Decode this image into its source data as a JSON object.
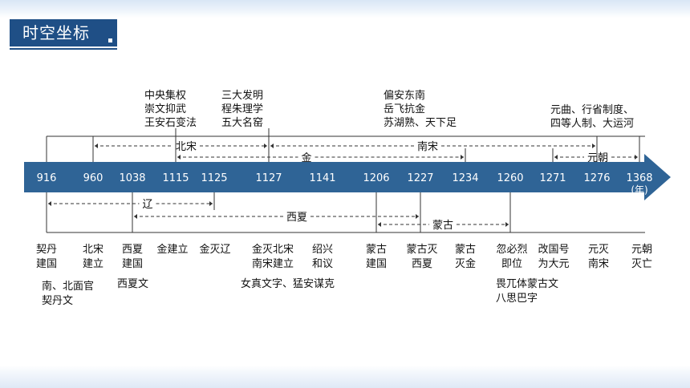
{
  "header": {
    "title": "时空坐标"
  },
  "years": [
    "916",
    "960",
    "1038",
    "1115",
    "1125",
    "1127",
    "1141",
    "1206",
    "1227",
    "1234",
    "1260",
    "1271",
    "1276",
    "1368"
  ],
  "year_unit": "(年)",
  "dynasties_top": [
    {
      "name": "北宋",
      "start": "960",
      "end": "1127"
    },
    {
      "name": "南宋",
      "start": "1127",
      "end": "1276"
    },
    {
      "name": "金",
      "start": "1115",
      "end": "1234"
    },
    {
      "name": "元朝",
      "start": "1271",
      "end": "1368"
    }
  ],
  "dynasties_bottom": [
    {
      "name": "辽",
      "start": "916",
      "end": "1125"
    },
    {
      "name": "西夏",
      "start": "1038",
      "end": "1227"
    },
    {
      "name": "蒙古",
      "start": "1206",
      "end": "1260"
    }
  ],
  "top_notes": [
    {
      "lines": [
        "中央集权",
        "崇文抑武",
        "王安石变法"
      ]
    },
    {
      "lines": [
        "三大发明",
        "程朱理学",
        "五大名窑"
      ]
    },
    {
      "lines": [
        "偏安东南",
        "岳飞抗金",
        "苏湖熟、天下足"
      ]
    },
    {
      "lines": [
        "元曲、行省制度、",
        "四等人制、大运河"
      ]
    }
  ],
  "events": [
    {
      "lines": [
        "契丹",
        "建国"
      ]
    },
    {
      "lines": [
        "北宋",
        "建立"
      ]
    },
    {
      "lines": [
        "西夏",
        "建国"
      ]
    },
    {
      "lines": [
        "金建立"
      ]
    },
    {
      "lines": [
        "金灭辽"
      ]
    },
    {
      "lines": [
        "金灭北宋",
        "南宋建立"
      ]
    },
    {
      "lines": [
        "绍兴",
        "和议"
      ]
    },
    {
      "lines": [
        "蒙古",
        "建国"
      ]
    },
    {
      "lines": [
        "蒙古灭",
        "西夏"
      ]
    },
    {
      "lines": [
        "蒙古",
        "灭金"
      ]
    },
    {
      "lines": [
        "忽必烈",
        "即位"
      ]
    },
    {
      "lines": [
        "改国号",
        "为大元"
      ]
    },
    {
      "lines": [
        "元灭",
        "南宋"
      ]
    },
    {
      "lines": [
        "元朝",
        "灭亡"
      ]
    }
  ],
  "bottom_notes": [
    {
      "lines": [
        "南、北面官",
        "契丹文"
      ]
    },
    {
      "lines": [
        "西夏文"
      ]
    },
    {
      "lines": [
        "女真文字、猛安谋克"
      ]
    },
    {
      "lines": [
        "畏兀体蒙古文",
        "八思巴字"
      ]
    }
  ],
  "colors": {
    "accent": "#1f4f86",
    "arrow": "#2f6496",
    "text": "#111111"
  }
}
